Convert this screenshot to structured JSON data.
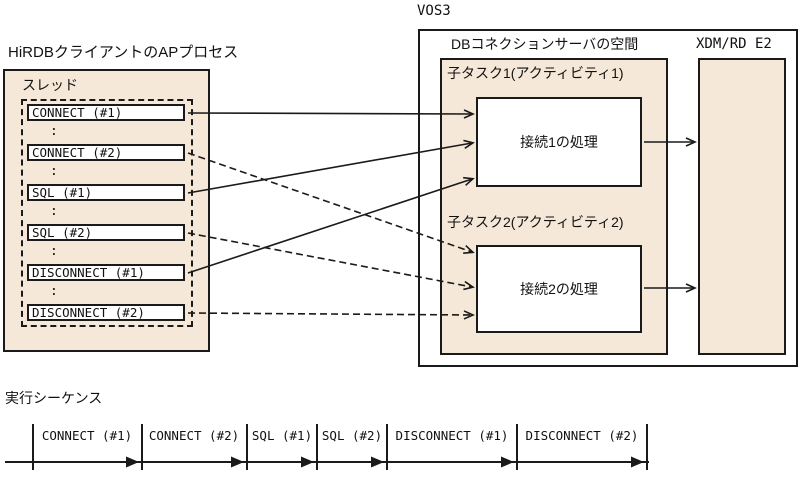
{
  "diagram": {
    "client": {
      "title": "HiRDBクライアントのAPプロセス",
      "thread_label": "スレッド",
      "ellipsis": ":",
      "calls": [
        {
          "label": "CONNECT (#1)",
          "line": "solid"
        },
        {
          "label": "CONNECT (#2)",
          "line": "dashed"
        },
        {
          "label": "SQL (#1)",
          "line": "solid"
        },
        {
          "label": "SQL (#2)",
          "line": "dashed"
        },
        {
          "label": "DISCONNECT (#1)",
          "line": "solid"
        },
        {
          "label": "DISCONNECT (#2)",
          "line": "dashed"
        }
      ]
    },
    "vos3": {
      "label": "VOS3",
      "db_connection_server": {
        "label": "DBコネクションサーバの空間",
        "subtasks": [
          {
            "label": "子タスク1(アクティビティ1)",
            "process_label": "接続1の処理"
          },
          {
            "label": "子タスク2(アクティビティ2)",
            "process_label": "接続2の処理"
          }
        ]
      },
      "xdm": {
        "label": "XDM/RD E2"
      }
    },
    "connections": [
      {
        "from": "CONNECT (#1)",
        "to": "接続1の処理",
        "style": "solid"
      },
      {
        "from": "CONNECT (#2)",
        "to": "接続2の処理",
        "style": "dashed"
      },
      {
        "from": "SQL (#1)",
        "to": "接続1の処理",
        "style": "solid"
      },
      {
        "from": "SQL (#2)",
        "to": "接続2の処理",
        "style": "dashed"
      },
      {
        "from": "DISCONNECT (#1)",
        "to": "接続1の処理",
        "style": "solid"
      },
      {
        "from": "DISCONNECT (#2)",
        "to": "接続2の処理",
        "style": "dashed"
      },
      {
        "from": "接続1の処理",
        "to": "XDM/RD E2",
        "style": "solid"
      },
      {
        "from": "接続2の処理",
        "to": "XDM/RD E2",
        "style": "solid"
      }
    ],
    "sequence": {
      "title": "実行シーケンス",
      "segments": [
        "CONNECT (#1)",
        "CONNECT (#2)",
        "SQL (#1)",
        "SQL (#2)",
        "DISCONNECT (#1)",
        "DISCONNECT (#2)"
      ]
    },
    "colors": {
      "box_fill": "#f6e8d8",
      "line": "#1a1a1a",
      "background": "#ffffff"
    }
  }
}
